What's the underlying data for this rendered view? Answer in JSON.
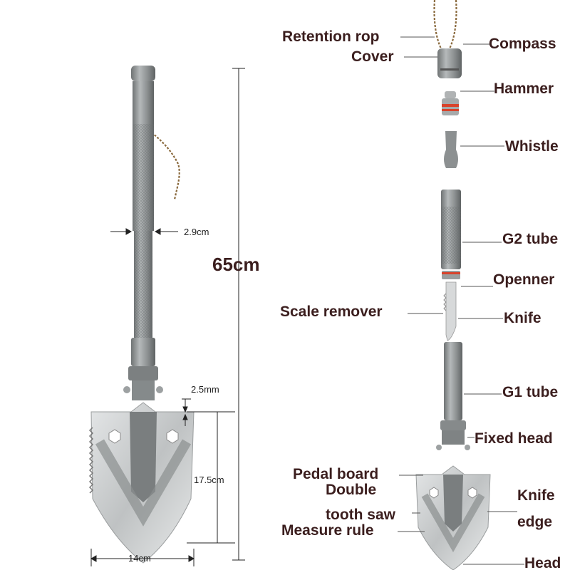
{
  "dimensions": {
    "total_length": "65cm",
    "handle_diameter": "2.9cm",
    "blade_thickness": "2.5mm",
    "blade_length": "17.5cm",
    "blade_width": "14cm"
  },
  "parts": {
    "retention_rope": "Retention rop",
    "cover": "Cover",
    "compass": "Compass",
    "hammer": "Hammer",
    "whistle": "Whistle",
    "g2_tube": "G2 tube",
    "openner": "Openner",
    "scale_remover": "Scale remover",
    "knife": "Knife",
    "g1_tube": "G1 tube",
    "fixed_head": "Fixed head",
    "pedal_board": "Pedal board",
    "double": "Double",
    "tooth_saw": "tooth saw",
    "measure_rule": "Measure rule",
    "knife_edge_1": "Knife",
    "knife_edge_2": "edge",
    "head": "Head"
  },
  "colors": {
    "label": "#3b1e1e",
    "metal": "#8f9394",
    "blade": "#c9cccd",
    "accent_ring": "#d8432c"
  }
}
